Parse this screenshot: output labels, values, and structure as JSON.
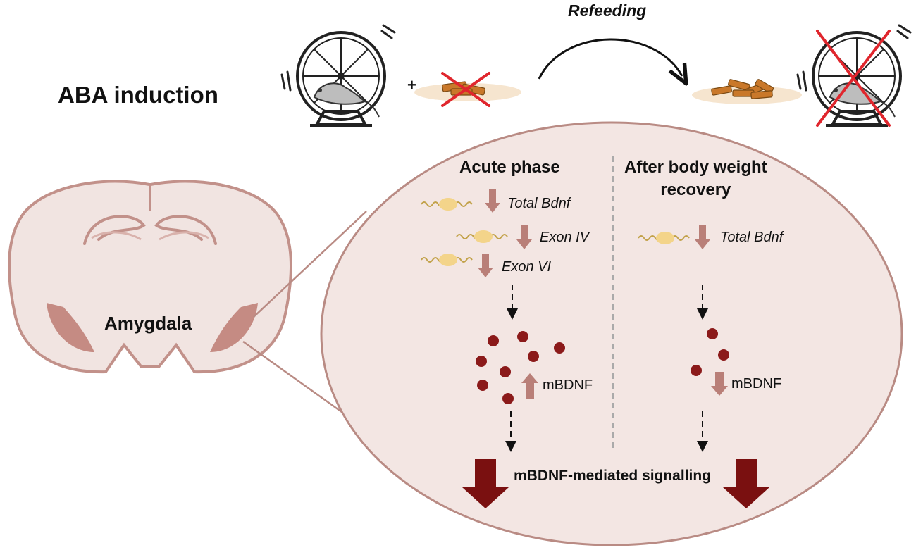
{
  "title": "ABA induction",
  "refeeding_label": "Refeeding",
  "plus_sign": "+",
  "brain_region": "Amygdala",
  "phases": {
    "acute": {
      "heading": "Acute phase",
      "genes": [
        "Total Bdnf",
        "Exon IV",
        "Exon VI"
      ],
      "protein_label": "mBDNF",
      "protein_change": "up"
    },
    "recovery": {
      "heading_line1": "After body weight",
      "heading_line2": "recovery",
      "genes": [
        "Total Bdnf"
      ],
      "protein_label": "mBDNF",
      "protein_change": "down"
    }
  },
  "signalling_label": "mBDNF-mediated signalling",
  "colors": {
    "ellipse_fill": "#f3e6e3",
    "ellipse_stroke": "#b98b84",
    "brain_fill": "#f1e4e1",
    "brain_stroke": "#c2918a",
    "amygdala_fill": "#c58b83",
    "arrow_light": "#b97f78",
    "arrow_dark": "#7a1010",
    "dot": "#8b1a1a",
    "mrna_wave": "#c2a24a",
    "mrna_blob": "#f3d48a",
    "food": "#c9782a",
    "cross": "#e0262d"
  },
  "icons": [
    "running-wheel-icon",
    "food-pellets-icon",
    "cross-icon",
    "mouse-icon",
    "mrna-icon"
  ]
}
